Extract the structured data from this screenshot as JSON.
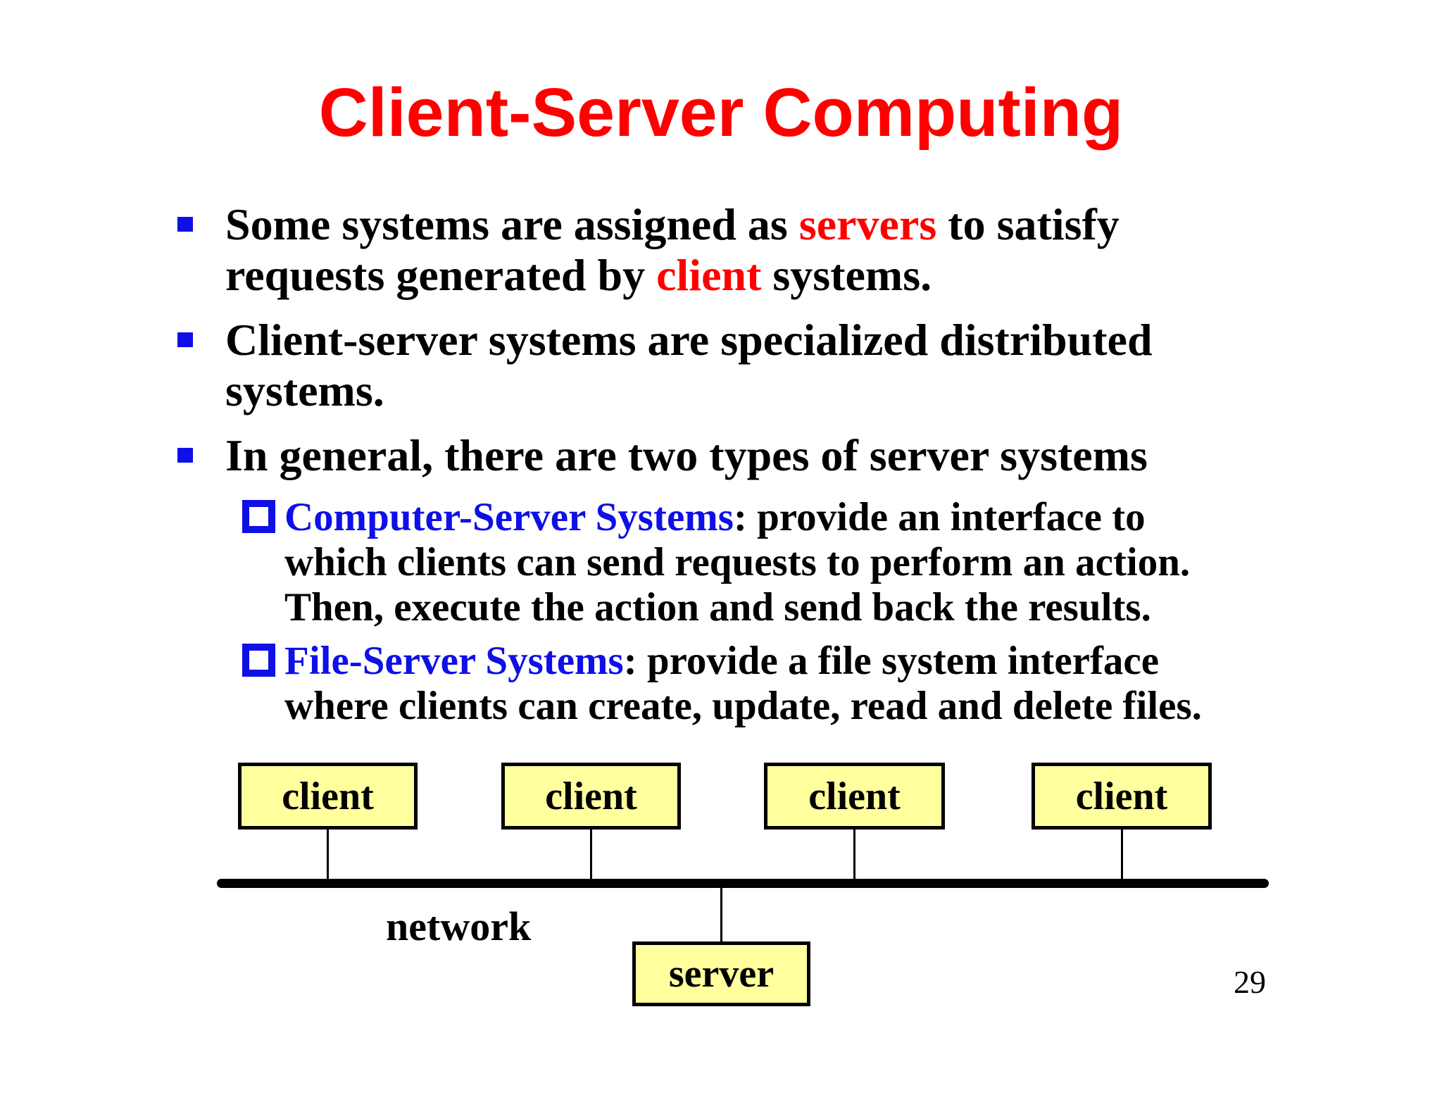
{
  "title": {
    "text": "Client-Server Computing",
    "color": "#ff0000"
  },
  "colors": {
    "red": "#ff0000",
    "blue": "#0f0fe8",
    "black": "#000000",
    "box_fill": "#ffff9e",
    "box_border": "#000000",
    "bg": "#ffffff"
  },
  "bullets": [
    {
      "level": 1,
      "lines": [
        {
          "runs": [
            {
              "text": "Some systems are assigned as ",
              "color": "black"
            },
            {
              "text": "servers",
              "color": "red"
            },
            {
              "text": " to satisfy",
              "color": "black"
            }
          ]
        },
        {
          "runs": [
            {
              "text": "requests generated by ",
              "color": "black"
            },
            {
              "text": "client",
              "color": "red"
            },
            {
              "text": " systems.",
              "color": "black"
            }
          ]
        }
      ]
    },
    {
      "level": 1,
      "lines": [
        {
          "runs": [
            {
              "text": "Client-server systems are specialized distributed",
              "color": "black"
            }
          ]
        },
        {
          "runs": [
            {
              "text": "systems.",
              "color": "black"
            }
          ]
        }
      ]
    },
    {
      "level": 1,
      "lines": [
        {
          "runs": [
            {
              "text": "In general, there are two types of server systems",
              "color": "black"
            }
          ]
        }
      ]
    },
    {
      "level": 2,
      "lines": [
        {
          "runs": [
            {
              "text": "Computer-Server Systems",
              "color": "blue"
            },
            {
              "text": ": provide an interface to",
              "color": "black"
            }
          ]
        },
        {
          "runs": [
            {
              "text": "which clients can send requests to perform an action.",
              "color": "black"
            }
          ]
        },
        {
          "runs": [
            {
              "text": "Then, execute the action and send back the results.",
              "color": "black"
            }
          ]
        }
      ]
    },
    {
      "level": 2,
      "lines": [
        {
          "runs": [
            {
              "text": "File-Server Systems",
              "color": "blue"
            },
            {
              "text": ": provide a file system interface",
              "color": "black"
            }
          ]
        },
        {
          "runs": [
            {
              "text": "where clients can create, update, read and delete files.",
              "color": "black"
            }
          ]
        }
      ]
    }
  ],
  "diagram": {
    "clients": [
      "client",
      "client",
      "client",
      "client"
    ],
    "server": "server",
    "network_label": "network"
  },
  "page": {
    "number": "29"
  }
}
